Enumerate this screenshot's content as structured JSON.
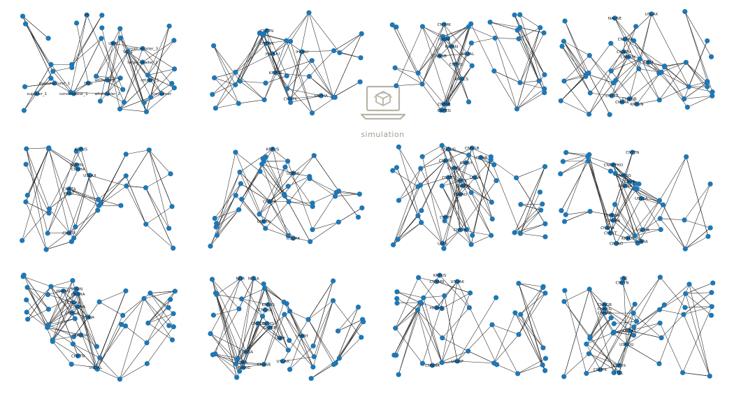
{
  "watermark": {
    "text": "simulation",
    "icon": "laptop-simulation-icon"
  },
  "graphs": [
    {
      "labels": [
        [
          "PS",
          0.42,
          0.05
        ],
        [
          "small_retailer_3",
          0.8,
          0.37
        ],
        [
          "SG_1",
          0.7,
          0.4
        ],
        [
          "UWC",
          0.6,
          0.32
        ],
        [
          "large_retailer_2",
          0.8,
          0.5
        ],
        [
          "manufacturer_1",
          0.2,
          0.7
        ],
        [
          "HKG",
          0.43,
          0.7
        ],
        [
          "wholesaler_1",
          0.56,
          0.67
        ],
        [
          "retailer_1",
          0.85,
          0.67
        ],
        [
          "supplier_1",
          0.08,
          0.8
        ],
        [
          "consolidator_1",
          0.33,
          0.8
        ],
        [
          "wholesaler_2",
          0.56,
          0.8
        ],
        [
          "consumer",
          0.93,
          0.8
        ]
      ]
    },
    {
      "labels": [
        [
          "CNTTN",
          0.36,
          0.2
        ],
        [
          "CNTWK",
          0.36,
          0.32
        ],
        [
          "HKHUU",
          0.4,
          0.42
        ],
        [
          "KRPUS",
          0.42,
          0.6
        ],
        [
          "CNHTK",
          0.52,
          0.85
        ],
        [
          "USYHA",
          0.73,
          0.82
        ],
        [
          "IHUAU",
          0.6,
          0.4
        ]
      ]
    },
    {
      "labels": [
        [
          "CNYHK",
          0.33,
          0.14
        ],
        [
          "HKDG",
          0.33,
          0.28
        ],
        [
          "KRPAN",
          0.38,
          0.35
        ],
        [
          "USUAL",
          0.49,
          0.42
        ],
        [
          "CNTPG",
          0.41,
          0.52
        ],
        [
          "CNNSB",
          0.3,
          0.44
        ],
        [
          "KRUCS",
          0.45,
          0.66
        ],
        [
          "CNBMJ",
          0.33,
          0.9
        ],
        [
          "CNPEG",
          0.33,
          0.96
        ]
      ]
    },
    {
      "labels": [
        [
          "NAUSE",
          0.35,
          0.08
        ],
        [
          "USLAX",
          0.6,
          0.04
        ],
        [
          "CNDMA",
          0.42,
          0.28
        ],
        [
          "CNNPN",
          0.41,
          0.4
        ],
        [
          "CNHAIX",
          0.44,
          0.45
        ],
        [
          "CNTA",
          0.58,
          0.5
        ],
        [
          "CNYTT",
          0.33,
          0.82
        ],
        [
          "CNNGB",
          0.45,
          0.85
        ],
        [
          "CNHAK",
          0.4,
          0.88
        ],
        [
          "KRPUN",
          0.5,
          0.9
        ]
      ]
    },
    {
      "labels": [
        [
          "KRPUS",
          0.38,
          0.05
        ],
        [
          "CNYTN",
          0.35,
          0.2
        ],
        [
          "CNSHA",
          0.36,
          0.24
        ],
        [
          "USLAX",
          0.44,
          0.3
        ],
        [
          "CNNTA",
          0.3,
          0.43
        ],
        [
          "NOLT",
          0.3,
          0.47
        ],
        [
          "CNHTK",
          0.3,
          0.85
        ]
      ]
    },
    {
      "labels": [
        [
          "KRPUS",
          0.4,
          0.05
        ],
        [
          "USBSK",
          0.54,
          0.28
        ],
        [
          "CNNPK",
          0.38,
          0.55
        ],
        [
          "CNYTN",
          0.34,
          0.74
        ],
        [
          "USOAK",
          0.54,
          0.9
        ]
      ]
    },
    {
      "labels": [
        [
          "CNGUG",
          0.36,
          0.05
        ],
        [
          "CNNGB",
          0.52,
          0.04
        ],
        [
          "KRPSY",
          0.48,
          0.18
        ],
        [
          "USYHB",
          0.58,
          0.13
        ],
        [
          "CNKHK",
          0.34,
          0.16
        ],
        [
          "CNMKL",
          0.4,
          0.23
        ],
        [
          "CNXBS",
          0.36,
          0.32
        ],
        [
          "CNHTK",
          0.44,
          0.35
        ],
        [
          "CNMNA",
          0.46,
          0.4
        ],
        [
          "CNRAO",
          0.44,
          0.48
        ],
        [
          "USLA",
          0.54,
          0.32
        ],
        [
          "CNTIT",
          0.34,
          0.7
        ],
        [
          "CNYTN",
          0.44,
          0.82
        ],
        [
          "USLE",
          0.32,
          0.95
        ]
      ]
    },
    {
      "labels": [
        [
          "CNYTN",
          0.47,
          0.08
        ],
        [
          "CNBEPHO",
          0.34,
          0.2
        ],
        [
          "CNWSG",
          0.41,
          0.3
        ],
        [
          "CNVR",
          0.45,
          0.36
        ],
        [
          "CNZNA",
          0.42,
          0.4
        ],
        [
          "USSEA",
          0.53,
          0.52
        ],
        [
          "CNWWA",
          0.33,
          0.68
        ],
        [
          "CNHKA",
          0.34,
          0.73
        ],
        [
          "CNSHA",
          0.3,
          0.8
        ],
        [
          "CNYYT",
          0.32,
          0.85
        ],
        [
          "KRPUS",
          0.44,
          0.9
        ],
        [
          "CNTAO",
          0.36,
          0.95
        ],
        [
          "USCHA",
          0.54,
          0.82
        ],
        [
          "USBRA",
          0.53,
          0.93
        ]
      ]
    },
    {
      "labels": [
        [
          "HKHKG",
          0.26,
          0.17
        ],
        [
          "SGSIN",
          0.35,
          0.15
        ],
        [
          "CNSHA",
          0.36,
          0.2
        ],
        [
          "CNLAX",
          0.33,
          0.28
        ],
        [
          "CNGMA",
          0.36,
          0.32
        ],
        [
          "CNYGA",
          0.32,
          0.38
        ],
        [
          "USNJA",
          0.43,
          0.42
        ],
        [
          "KRSUA",
          0.38,
          0.59
        ],
        [
          "CNYTN",
          0.36,
          0.79
        ],
        [
          "USOAL",
          0.48,
          0.9
        ]
      ]
    },
    {
      "labels": [
        [
          "NOR",
          0.18,
          0.05
        ],
        [
          "NOLA",
          0.27,
          0.05
        ],
        [
          "KRPUS",
          0.37,
          0.3
        ],
        [
          "CNSHA",
          0.35,
          0.35
        ],
        [
          "CNDLC",
          0.3,
          0.48
        ],
        [
          "CNCXO",
          0.36,
          0.48
        ],
        [
          "CNPEB",
          0.38,
          0.52
        ],
        [
          "USEP",
          0.45,
          0.62
        ],
        [
          "USPRT",
          0.6,
          0.6
        ],
        [
          "CNNSA",
          0.22,
          0.75
        ],
        [
          "NBA",
          0.2,
          0.85
        ],
        [
          "HNKKG",
          0.2,
          0.9
        ],
        [
          "CNASB",
          0.34,
          0.87
        ],
        [
          "USLAX",
          0.47,
          0.84
        ]
      ]
    },
    {
      "labels": [
        [
          "KRPUS",
          0.3,
          0.02
        ],
        [
          "CNXMN",
          0.28,
          0.08
        ],
        [
          "USOAK",
          0.42,
          0.08
        ],
        [
          "HKHKG",
          0.28,
          0.33
        ],
        [
          "CNSWA",
          0.25,
          0.88
        ],
        [
          "USSEF",
          0.42,
          0.84
        ]
      ]
    },
    {
      "labels": [
        [
          "USE",
          0.41,
          0.05
        ],
        [
          "CNYTN",
          0.4,
          0.09
        ],
        [
          "CNNGB",
          0.28,
          0.3
        ],
        [
          "CNNKG",
          0.28,
          0.34
        ],
        [
          "CNHAD",
          0.28,
          0.38
        ],
        [
          "USTHA",
          0.45,
          0.55
        ],
        [
          "USHOU",
          0.43,
          0.68
        ],
        [
          "KRPUS",
          0.38,
          0.88
        ],
        [
          "CNHTK",
          0.25,
          0.92
        ],
        [
          "ITEL",
          0.38,
          0.95
        ]
      ]
    }
  ]
}
